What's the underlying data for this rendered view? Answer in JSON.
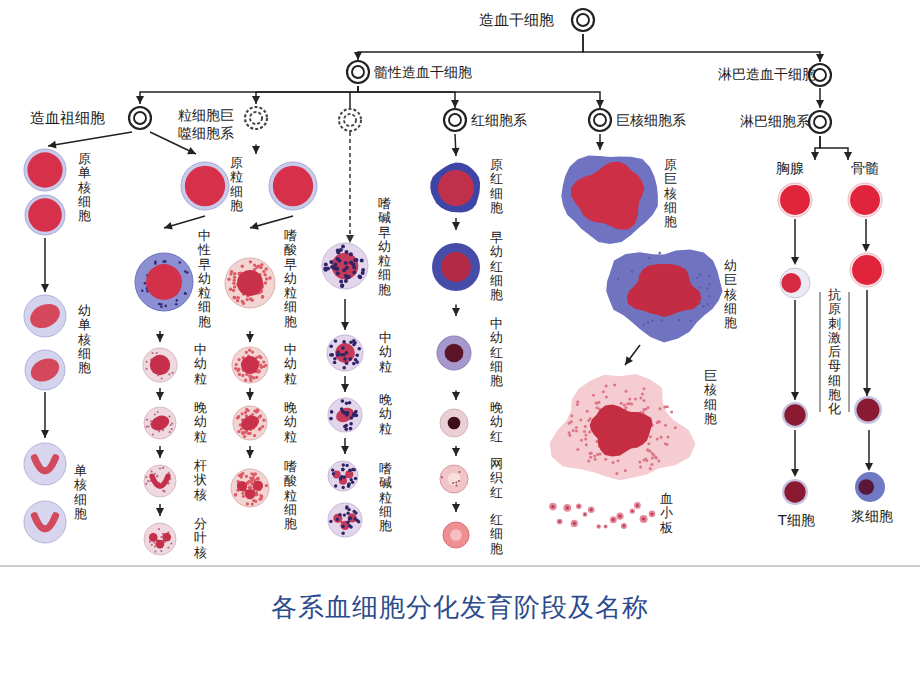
{
  "diagram": {
    "caption": "各系血细胞分化发育阶段及名称",
    "nodes": [
      {
        "text": [
          "造血干细胞"
        ]
      },
      {
        "text": [
          "髓性造血干细胞"
        ]
      },
      {
        "text": [
          "淋巴造血干细胞"
        ]
      },
      {
        "text": [
          "造血祖细胞"
        ]
      },
      {
        "text": [
          "粒细胞巨噬细胞系"
        ]
      },
      {
        "text": [
          "红细胞系"
        ]
      },
      {
        "text": [
          "巨核细胞系"
        ]
      },
      {
        "text": [
          "淋巴细胞系"
        ]
      },
      {
        "text": [
          "原单核细胞"
        ]
      },
      {
        "text": [
          "幼单核细胞"
        ]
      },
      {
        "text": [
          "单核细胞"
        ]
      },
      {
        "text": [
          "原粒细胞"
        ]
      },
      {
        "text": [
          "中性早幼粒细胞"
        ]
      },
      {
        "text": [
          "中幼粒"
        ]
      },
      {
        "text": [
          "晚幼粒"
        ]
      },
      {
        "text": [
          "杆状核"
        ]
      },
      {
        "text": [
          "分叶核"
        ]
      },
      {
        "text": [
          "嗜酸早幼粒细胞"
        ]
      },
      {
        "text": [
          "中幼粒"
        ]
      },
      {
        "text": [
          "晚幼粒"
        ]
      },
      {
        "text": [
          "嗜酸粒细胞"
        ]
      },
      {
        "text": [
          "嗜碱早幼粒细胞"
        ]
      },
      {
        "text": [
          "中幼粒"
        ]
      },
      {
        "text": [
          "晚幼粒"
        ]
      },
      {
        "text": [
          "嗜碱粒细胞"
        ]
      },
      {
        "text": [
          "原红细胞"
        ]
      },
      {
        "text": [
          "早幼红细胞"
        ]
      },
      {
        "text": [
          "中幼红细胞"
        ]
      },
      {
        "text": [
          "晚幼红"
        ]
      },
      {
        "text": [
          "网织红"
        ]
      },
      {
        "text": [
          "红细胞"
        ]
      },
      {
        "text": [
          "原巨核细胞"
        ]
      },
      {
        "text": [
          "幼巨核细胞"
        ]
      },
      {
        "text": [
          "巨核细胞"
        ]
      },
      {
        "text": [
          "血小板"
        ]
      },
      {
        "text": [
          "胸腺"
        ]
      },
      {
        "text": [
          "骨髓"
        ]
      },
      {
        "text": [
          "T细胞"
        ]
      },
      {
        "text": [
          "浆细胞"
        ]
      }
    ],
    "edges": [
      {
        "from": 0,
        "to": 1,
        "arrow": "to"
      },
      {
        "from": 0,
        "to": 2,
        "arrow": "to"
      },
      {
        "from": 1,
        "to": 3,
        "arrow": "to"
      },
      {
        "from": 1,
        "to": 4,
        "arrow": "to"
      },
      {
        "from": 1,
        "to": 5,
        "arrow": "to"
      },
      {
        "from": 1,
        "to": 6,
        "arrow": "to"
      },
      {
        "from": 2,
        "to": 7,
        "arrow": "to"
      },
      {
        "from": 3,
        "to": 8,
        "arrow": "to"
      },
      {
        "from": 3,
        "to": 11,
        "arrow": "to"
      },
      {
        "from": 4,
        "to": 11,
        "arrow": "to"
      },
      {
        "from": 8,
        "to": 9,
        "arrow": "to"
      },
      {
        "from": 9,
        "to": 10,
        "arrow": "to"
      },
      {
        "from": 11,
        "to": 12,
        "arrow": "to"
      },
      {
        "from": 11,
        "to": 17,
        "arrow": "to"
      },
      {
        "from": 12,
        "to": 13,
        "arrow": "to"
      },
      {
        "from": 13,
        "to": 14,
        "arrow": "to"
      },
      {
        "from": 14,
        "to": 15,
        "arrow": "to"
      },
      {
        "from": 15,
        "to": 16,
        "arrow": "to"
      },
      {
        "from": 17,
        "to": 18,
        "arrow": "to"
      },
      {
        "from": 18,
        "to": 19,
        "arrow": "to"
      },
      {
        "from": 19,
        "to": 20,
        "arrow": "to"
      },
      {
        "from": 21,
        "to": 22,
        "arrow": "to"
      },
      {
        "from": 22,
        "to": 23,
        "arrow": "to"
      },
      {
        "from": 23,
        "to": 24,
        "arrow": "to"
      },
      {
        "from": 5,
        "to": 25,
        "arrow": "to"
      },
      {
        "from": 25,
        "to": 26,
        "arrow": "to"
      },
      {
        "from": 26,
        "to": 27,
        "arrow": "to"
      },
      {
        "from": 27,
        "to": 28,
        "arrow": "to"
      },
      {
        "from": 28,
        "to": 29,
        "arrow": "to"
      },
      {
        "from": 29,
        "to": 30,
        "arrow": "to"
      },
      {
        "from": 6,
        "to": 31,
        "arrow": "to"
      },
      {
        "from": 32,
        "to": 33,
        "arrow": "to"
      },
      {
        "from": 7,
        "to": 35,
        "arrow": "to"
      },
      {
        "from": 7,
        "to": 36,
        "arrow": "to"
      },
      {
        "from": 35,
        "to": 37,
        "arrow": "to"
      },
      {
        "from": 36,
        "to": 38,
        "arrow": "to"
      }
    ],
    "labels": [
      "抗原刺激后母细胞化"
    ]
  }
}
